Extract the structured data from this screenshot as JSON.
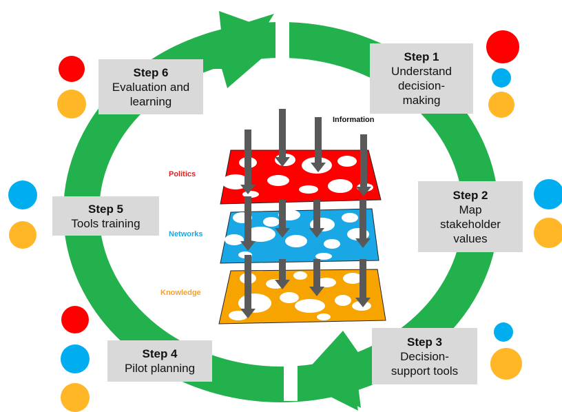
{
  "steps": [
    {
      "title": "Step 1",
      "lines": [
        "Understand",
        "decision-",
        "making"
      ]
    },
    {
      "title": "Step 2",
      "lines": [
        "Map",
        "stakeholder",
        "values"
      ]
    },
    {
      "title": "Step 3",
      "lines": [
        "Decision-",
        "support tools"
      ]
    },
    {
      "title": "Step 4",
      "lines": [
        "Pilot planning"
      ]
    },
    {
      "title": "Step 5",
      "lines": [
        "Tools training"
      ]
    },
    {
      "title": "Step 6",
      "lines": [
        "Evaluation and",
        "learning"
      ]
    }
  ],
  "layers": [
    {
      "label": "Politics",
      "color": "#ff0000",
      "label_color": "#e02020"
    },
    {
      "label": "Networks",
      "color": "#1aa7e6",
      "label_color": "#1aa7e6"
    },
    {
      "label": "Knowledge",
      "color": "#f7a400",
      "label_color": "#f2a030"
    }
  ],
  "information_label": "Information",
  "colors": {
    "cycle_arrow": "#22b14c",
    "dot_red": "#ff0000",
    "dot_blue": "#00aeef",
    "dot_orange": "#ffb627",
    "box_fill": "#d9d9d9",
    "down_arrow": "#595959"
  },
  "dot_groups": [
    {
      "step": "Step 1",
      "dots": [
        "red",
        "blue",
        "orange"
      ]
    },
    {
      "step": "Step 2",
      "dots": [
        "blue",
        "orange"
      ]
    },
    {
      "step": "Step 3",
      "dots": [
        "blue",
        "orange"
      ]
    },
    {
      "step": "Step 4",
      "dots": [
        "red",
        "blue",
        "orange"
      ]
    },
    {
      "step": "Step 5",
      "dots": [
        "blue",
        "orange"
      ]
    },
    {
      "step": "Step 6",
      "dots": [
        "red",
        "orange"
      ]
    }
  ]
}
